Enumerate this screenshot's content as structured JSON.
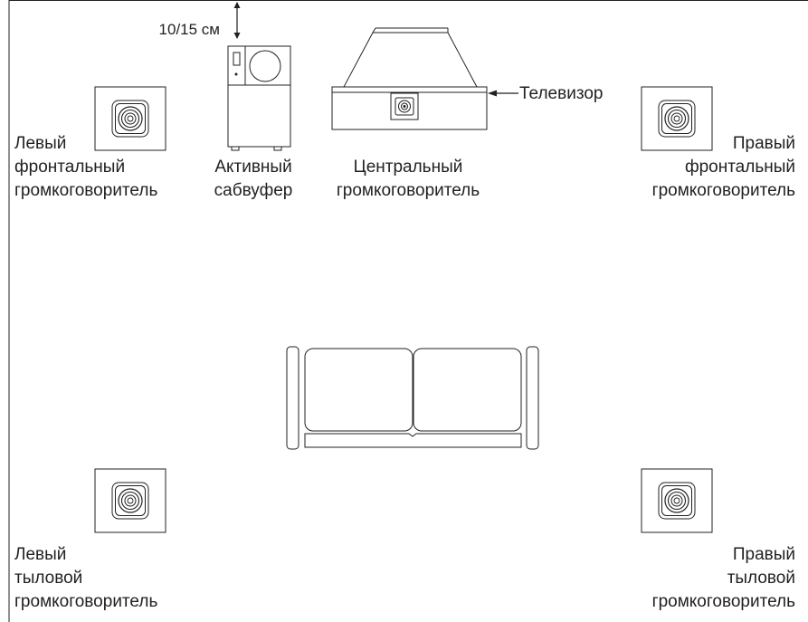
{
  "diagram": {
    "distance_label": "10/15 см",
    "tv_label": "Телевизор",
    "front_left": {
      "line1": "Левый",
      "line2": "фронтальный",
      "line3": "громкоговоритель"
    },
    "subwoofer": {
      "line1": "Активный",
      "line2": "сабвуфер"
    },
    "center": {
      "line1": "Центральный",
      "line2": "громкоговоритель"
    },
    "front_right": {
      "line1": "Правый",
      "line2": "фронтальный",
      "line3": "громкоговоритель"
    },
    "rear_left": {
      "line1": "Левый",
      "line2": "тыловой",
      "line3": "громкоговоритель"
    },
    "rear_right": {
      "line1": "Правый",
      "line2": "тыловой",
      "line3": "громкоговоритель"
    }
  }
}
